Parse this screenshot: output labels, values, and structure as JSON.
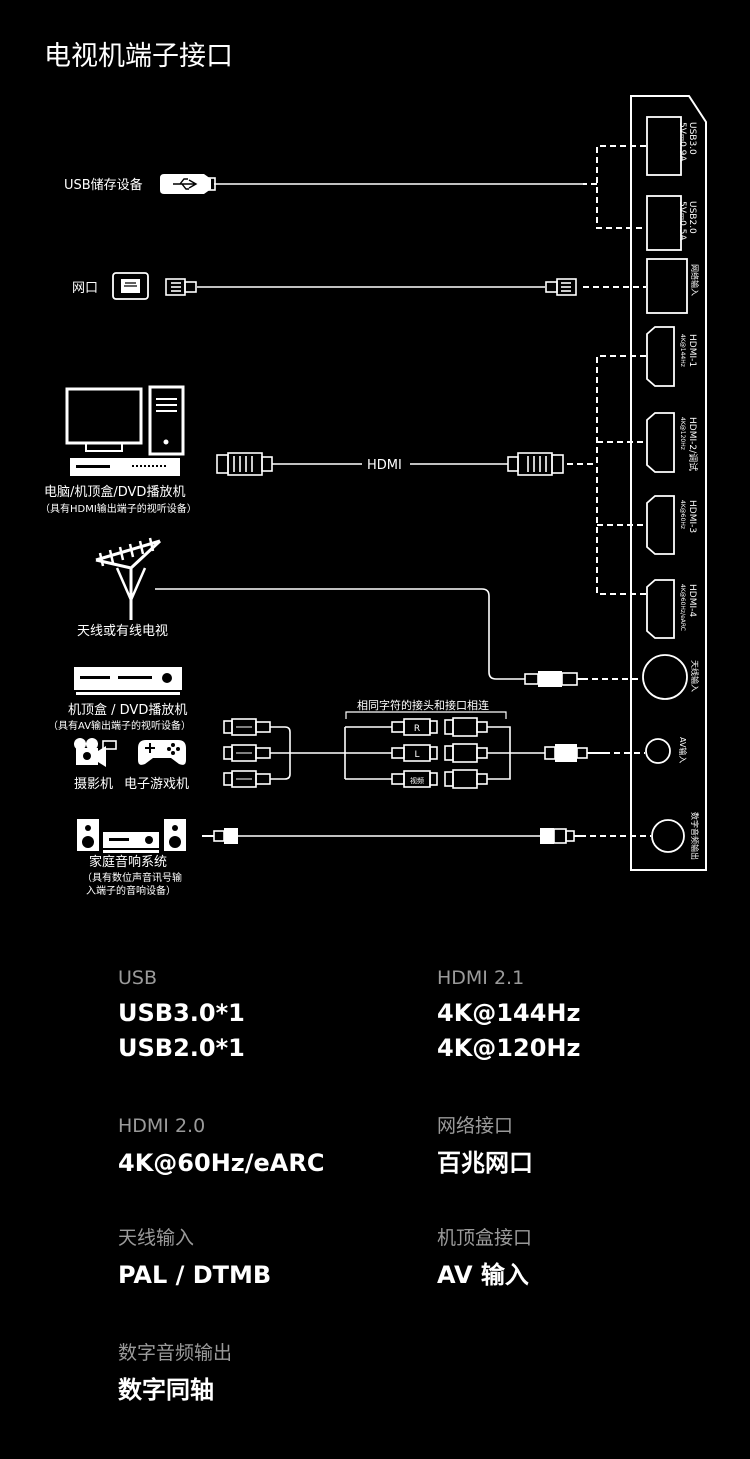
{
  "title": "电视机端子接口",
  "ports": {
    "usb3_name": "USB3.0",
    "usb3_power": "5V⎓0.9A",
    "usb2_name": "USB2.0",
    "usb2_power": "5V⎓0.5A",
    "lan": "网络输入",
    "hdmi1": "HDMI-1",
    "hdmi1_sub": "4K@144Hz",
    "hdmi2": "HDMI-2/调试",
    "hdmi2_sub": "4K@120Hz",
    "hdmi3": "HDMI-3",
    "hdmi3_sub": "4K@60Hz",
    "hdmi4": "HDMI-4",
    "hdmi4_sub": "4K@60Hz/eARC",
    "antenna": "天线输入",
    "av": "AV输入",
    "spdif": "数字音频输出"
  },
  "devices": {
    "usb_storage": "USB储存设备",
    "network": "网口",
    "computer": "电脑/机顶盒/DVD播放机",
    "computer_note": "（具有HDMI输出端子的视听设备）",
    "hdmi_cable": "HDMI",
    "antenna": "天线或有线电视",
    "stb": "机顶盒 / DVD播放机",
    "stb_note": "（具有AV输出端子的视听设备）",
    "camcorder": "摄影机",
    "gamepad": "电子游戏机",
    "match_note": "相同字符的接头和接口相连",
    "plug_r": "R",
    "plug_l": "L",
    "plug_video": "视频",
    "audio_system": "家庭音响系统",
    "audio_note_1": "（具有数位声音讯号输",
    "audio_note_2": "入端子的音响设备）"
  },
  "specs": [
    {
      "label": "USB",
      "values": [
        "USB3.0*1",
        "USB2.0*1"
      ]
    },
    {
      "label": "HDMI 2.1",
      "values": [
        "4K@144Hz",
        "4K@120Hz"
      ]
    },
    {
      "label": "HDMI 2.0",
      "values": [
        "4K@60Hz/eARC"
      ]
    },
    {
      "label": "网络接口",
      "values": [
        "百兆网口"
      ]
    },
    {
      "label": "天线输入",
      "values": [
        "PAL / DTMB"
      ]
    },
    {
      "label": "机顶盒接口",
      "values": [
        "AV 输入"
      ]
    },
    {
      "label": "数字音频输出",
      "values": [
        "数字同轴"
      ]
    }
  ]
}
